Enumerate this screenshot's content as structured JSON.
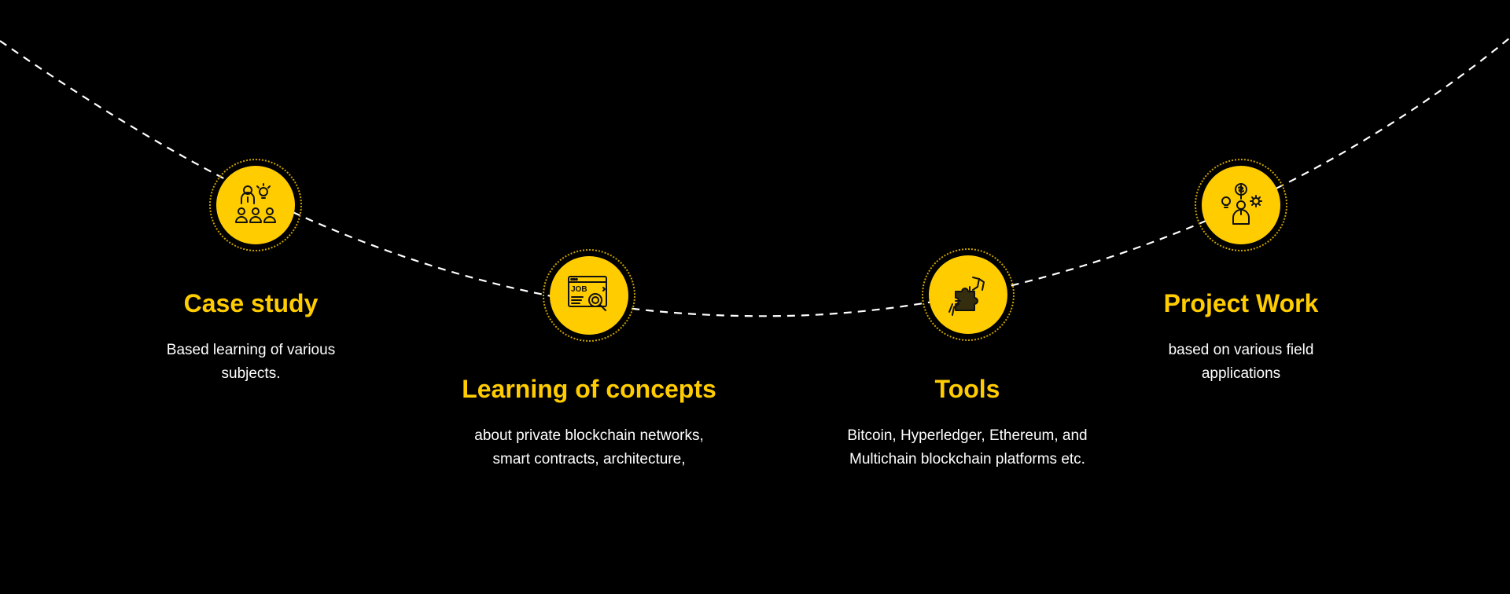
{
  "theme": {
    "background": "#000000",
    "accent": "#ffcc00",
    "text": "#ffffff",
    "path_stroke": "#ffffff"
  },
  "steps": [
    {
      "title": "Case study",
      "desc_line1": "Based learning of various",
      "desc_line2": "subjects.",
      "icon": "presenter-audience-icon"
    },
    {
      "title": "Learning of concepts",
      "desc_line1": "about private blockchain networks,",
      "desc_line2": "smart contracts, architecture,",
      "icon": "job-search-icon"
    },
    {
      "title": "Tools",
      "desc_line1": "Bitcoin, Hyperledger, Ethereum, and",
      "desc_line2": "Multichain blockchain platforms etc.",
      "icon": "puzzle-hands-icon"
    },
    {
      "title": "Project Work",
      "desc_line1": "based on various field",
      "desc_line2": "applications",
      "icon": "idea-money-gear-icon"
    }
  ]
}
